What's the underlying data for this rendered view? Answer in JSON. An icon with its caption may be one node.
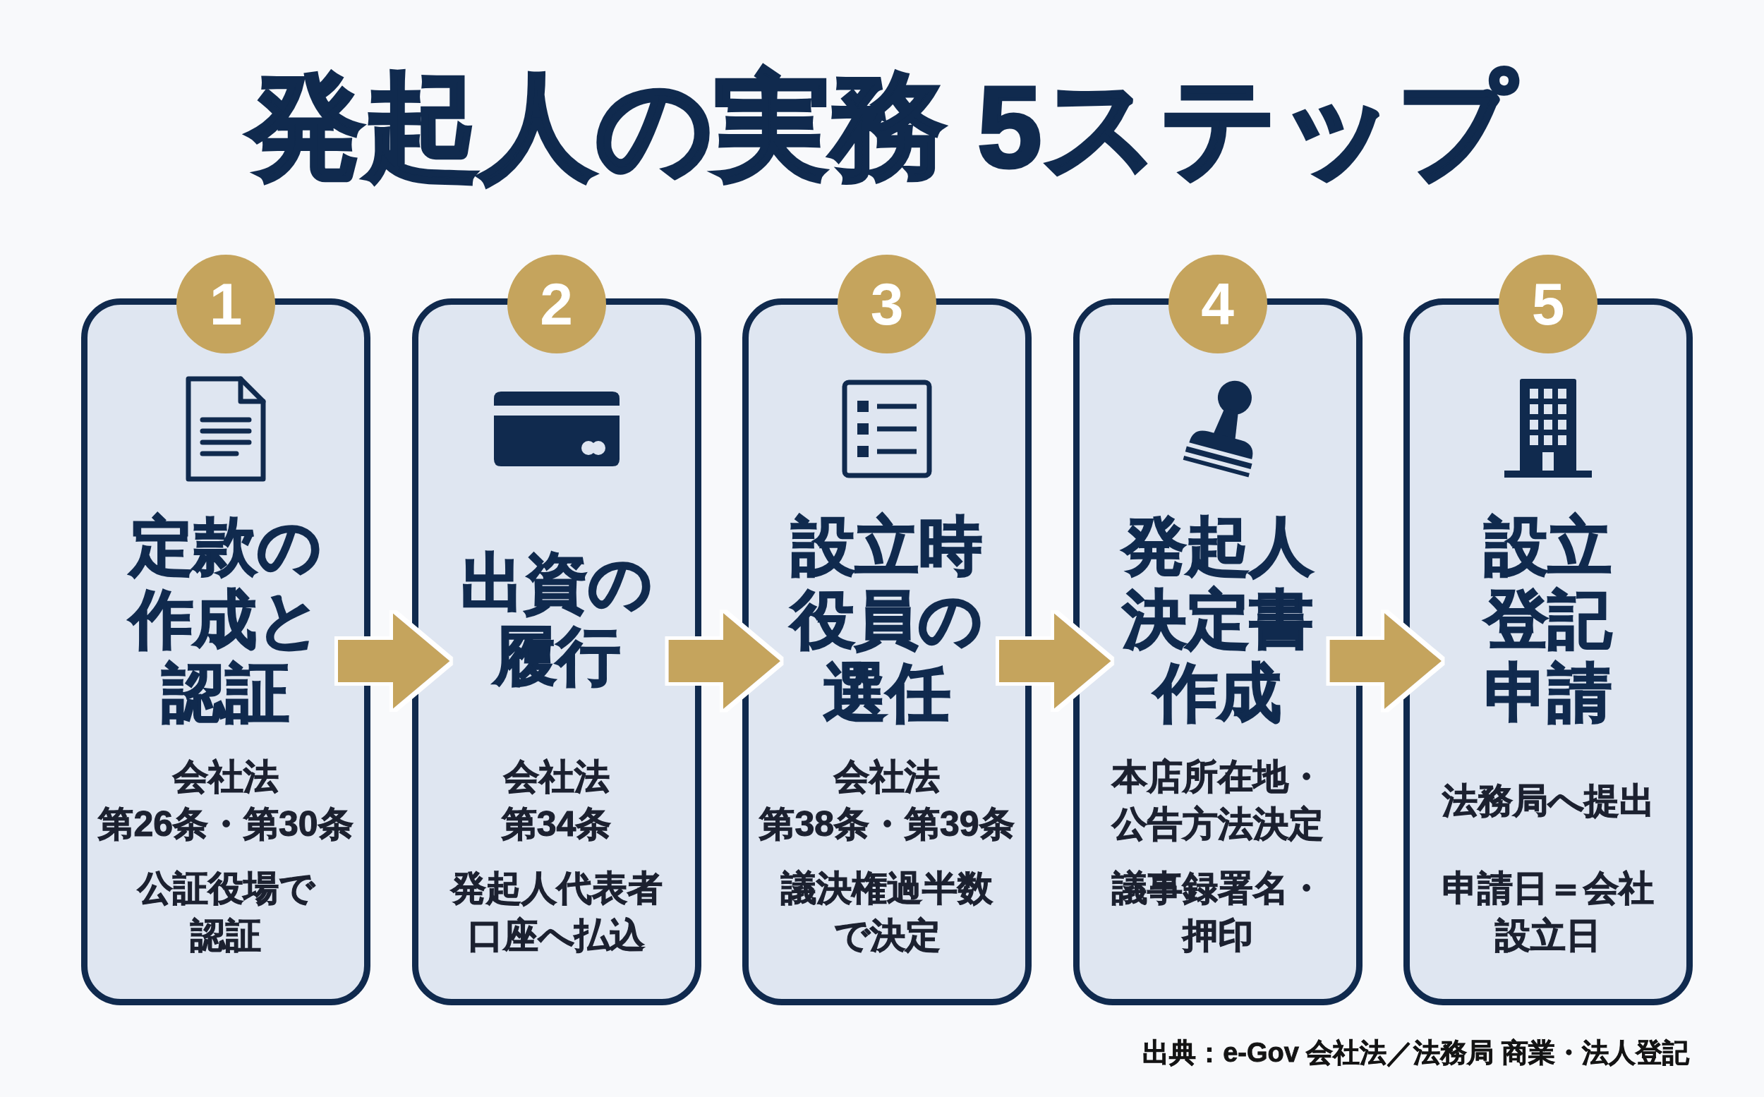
{
  "diagram": {
    "title": "発起人の実務 5ステップ",
    "nodes": [
      {
        "text": [
          "1"
        ]
      },
      {
        "text": [
          "定款の作成と認証",
          "会社法",
          "第26条・第30条",
          "公証役場で認証"
        ]
      },
      {
        "text": [
          "2"
        ]
      },
      {
        "text": [
          "出資の履行",
          "会社法",
          "第34条",
          "発起人代表者口座へ払込"
        ]
      },
      {
        "text": [
          "3"
        ]
      },
      {
        "text": [
          "設立時役員の選任",
          "会社法",
          "第38条・第39条",
          "議決権過半数で決定"
        ]
      },
      {
        "text": [
          "4"
        ]
      },
      {
        "text": [
          "発起人決定書作成",
          "本店所在地・公告方法決定",
          "議事録署名・押印"
        ]
      },
      {
        "text": [
          "5"
        ]
      },
      {
        "text": [
          "設立登記申請",
          "法務局へ提出",
          "申請日＝会社設立日"
        ]
      }
    ],
    "edges": [
      {
        "from": 1,
        "to": 3,
        "arrow": "to"
      },
      {
        "from": 3,
        "to": 5,
        "arrow": "to"
      },
      {
        "from": 5,
        "to": 7,
        "arrow": "to"
      },
      {
        "from": 7,
        "to": 9,
        "arrow": "to"
      }
    ],
    "caption": "出典：e-Gov 会社法／法務局 商業・法人登記"
  }
}
